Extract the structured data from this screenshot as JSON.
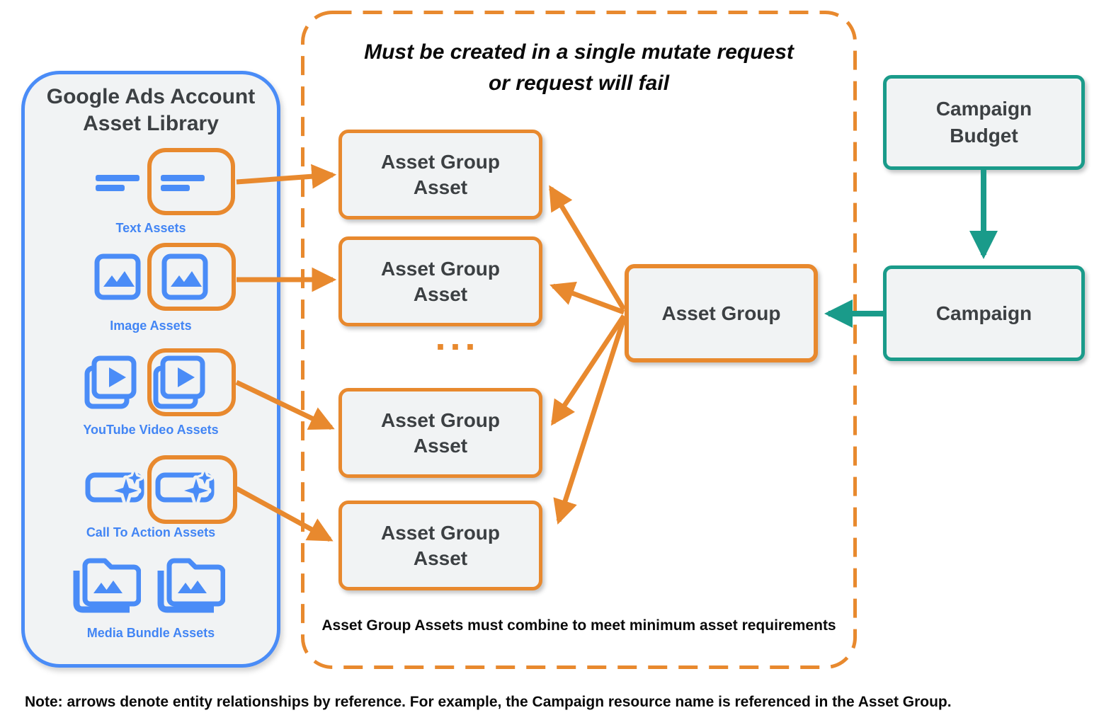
{
  "colors": {
    "orange": "#E8892E",
    "blue_icon": "#4A8CF7",
    "blue_label": "#4285F4",
    "teal": "#1A9B8A",
    "dark_text": "#3C4043",
    "box_fill": "#F1F3F4"
  },
  "library": {
    "title_line1": "Google Ads Account",
    "title_line2": "Asset Library",
    "items": [
      {
        "label": "Text Assets",
        "icon": "text-lines-icon"
      },
      {
        "label": "Image Assets",
        "icon": "image-icon"
      },
      {
        "label": "YouTube Video  Assets",
        "icon": "video-stack-icon"
      },
      {
        "label": "Call To Action Assets",
        "icon": "cta-sparkle-icon"
      },
      {
        "label": "Media Bundle  Assets",
        "icon": "media-folder-icon"
      }
    ]
  },
  "mutate_group": {
    "title_line1": "Must be created in a single mutate request",
    "title_line2": "or request will fail",
    "asset_group_asset_label": "Asset Group Asset",
    "box_count": 4,
    "ellipsis": "...",
    "footnote": "Asset Group Assets must combine to meet minimum asset requirements"
  },
  "asset_group": {
    "label": "Asset Group"
  },
  "campaign_budget": {
    "label_line1": "Campaign",
    "label_line2": "Budget"
  },
  "campaign": {
    "label": "Campaign"
  },
  "note": "Note: arrows denote entity relationships by reference. For example, the Campaign resource name is referenced in the Asset Group."
}
